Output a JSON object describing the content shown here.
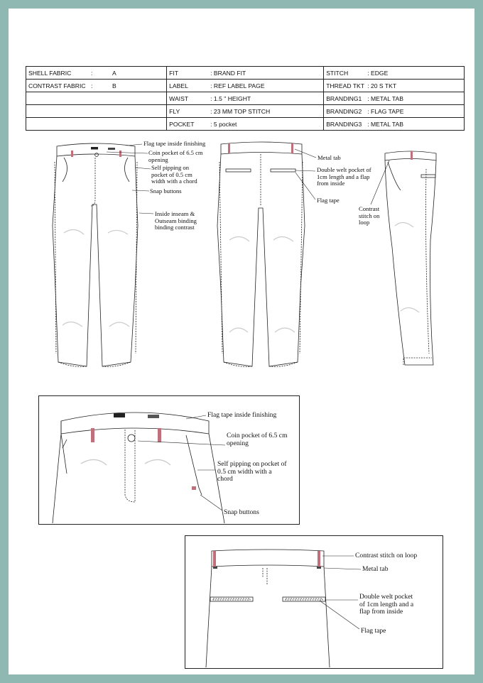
{
  "spec_table": {
    "rows": [
      {
        "c1k": "SHELL FABRIC",
        "c1s": ":",
        "c1v": "A",
        "c2k": "FIT",
        "c2v": ": BRAND FIT",
        "c3k": "STITCH",
        "c3v": ": EDGE"
      },
      {
        "c1k": "CONTRAST FABRIC",
        "c1s": ":",
        "c1v": "B",
        "c2k": "LABEL",
        "c2v": ": REF LABEL PAGE",
        "c3k": "THREAD TKT",
        "c3v": ": 20 S TKT"
      },
      {
        "c1k": "",
        "c1s": "",
        "c1v": "",
        "c2k": "WAIST",
        "c2v": ": 1.5 \" HEIGHT",
        "c3k": "BRANDING1",
        "c3v": ":  METAL TAB"
      },
      {
        "c1k": "",
        "c1s": "",
        "c1v": "",
        "c2k": "FLY",
        "c2v": ": 23 MM TOP STITCH",
        "c3k": "BRANDING2",
        "c3v": ":  FLAG TAPE"
      },
      {
        "c1k": "",
        "c1s": "",
        "c1v": "",
        "c2k": "POCKET",
        "c2v": ":  5 pocket",
        "c3k": "BRANDING3",
        "c3v": ":  METAL TAB"
      }
    ]
  },
  "front_notes": {
    "flag_tape": "Flag tape inside finishing",
    "coin_pocket": "Coin pocket of 6.5 cm opening",
    "self_pipping": "Self pipping on pocket of 0.5 cm width with a chord",
    "snap_buttons": "Snap buttons",
    "inseam": "Inside inseam & Outseam binding binding contrast"
  },
  "back_notes": {
    "metal_tab": "Metal tab",
    "double_welt": "Double welt pocket of 1cm length and a flap from inside",
    "flag_tape": "Flag tape"
  },
  "side_notes": {
    "contrast_stitch": "Contrast stitch on loop"
  },
  "detail_front": {
    "flag_tape": "Flag tape inside finishing",
    "coin_pocket": "Coin pocket of 6.5 cm opening",
    "self_pipping": "Self pipping on pocket of 0.5 cm width with a chord",
    "snap_buttons": "Snap buttons"
  },
  "detail_back": {
    "contrast_stitch": "Contrast stitch on loop",
    "metal_tab": "Metal tab",
    "double_welt": "Double welt pocket of 1cm length and a flap from inside",
    "flag_tape": "Flag tape"
  },
  "colors": {
    "frame": "#8fb8b2",
    "contrast": "#c0707a",
    "line": "#222222"
  }
}
